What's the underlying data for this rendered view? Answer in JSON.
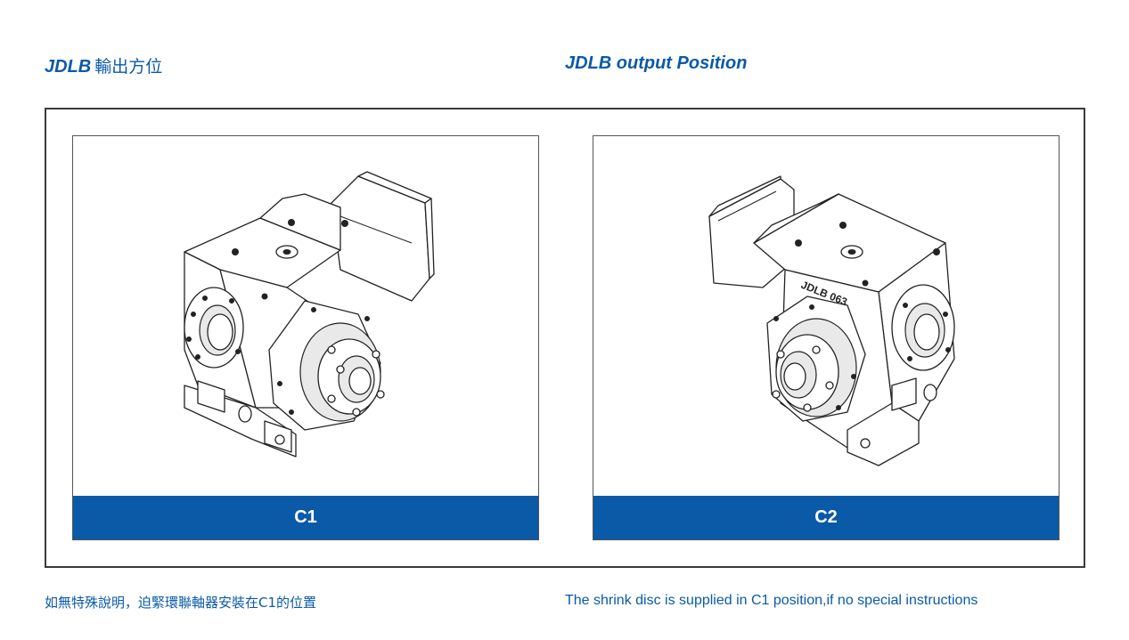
{
  "header": {
    "title_cn_brand": "JDLB",
    "title_cn_text": "輸出方位",
    "title_en": "JDLB output Position"
  },
  "panels": [
    {
      "label": "C1",
      "illustration": "gearbox-output-c1"
    },
    {
      "label": "C2",
      "illustration": "gearbox-output-c2",
      "engraving": "JDLB 063"
    }
  ],
  "notes": {
    "cn": "如無特殊說明，迫緊環聯軸器安裝在C1的位置",
    "en": "The shrink disc  is supplied in C1 position,if no special instructions"
  },
  "colors": {
    "accent": "#0a5aa8",
    "frame": "#3a3a3a"
  }
}
